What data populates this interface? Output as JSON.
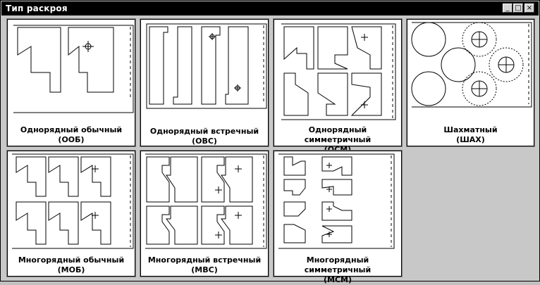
{
  "window": {
    "title": "Тип раскроя",
    "minimize_glyph": "_",
    "maximize_glyph": "□",
    "close_glyph": "×"
  },
  "tiles": [
    {
      "name": "Однорядный обычный",
      "code": "(ООБ)"
    },
    {
      "name": "Однорядный встречный",
      "code": "(ОВС)"
    },
    {
      "name": "Однорядный симметричный",
      "code": "(ОСМ)"
    },
    {
      "name": "Шахматный",
      "code": "(ШАХ)"
    },
    {
      "name": "Многорядный обычный",
      "code": "(МОБ)"
    },
    {
      "name": "Многорядный встречный",
      "code": "(МВС)"
    },
    {
      "name": "Многорядный симметричный",
      "code": "(МСМ)"
    }
  ]
}
